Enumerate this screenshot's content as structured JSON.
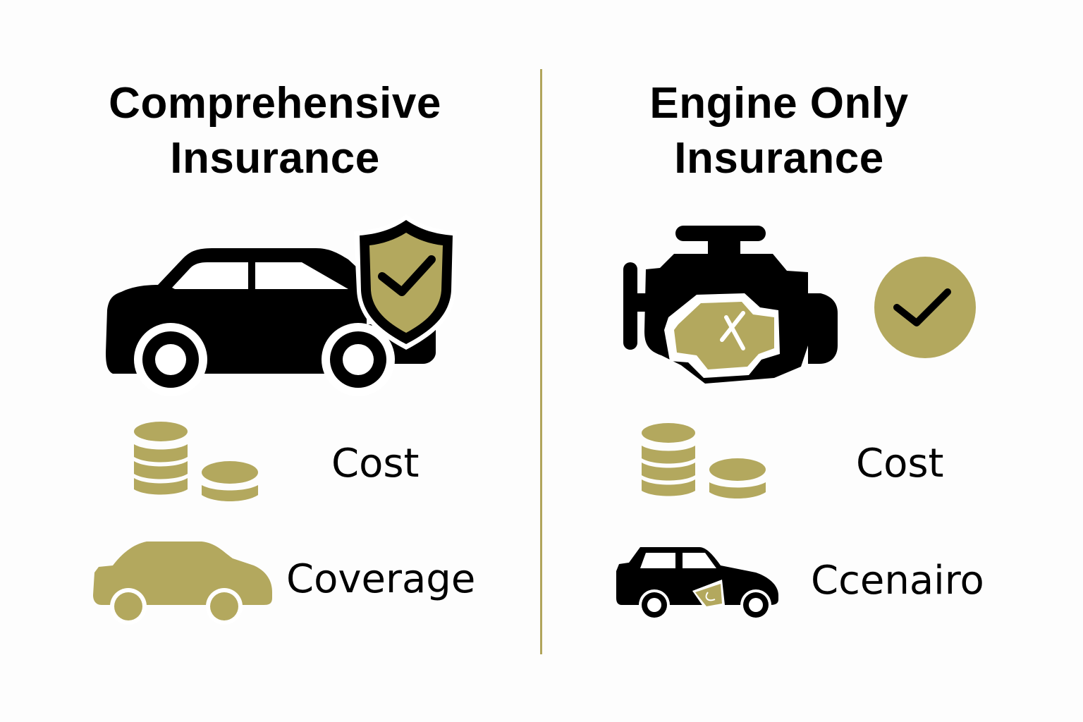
{
  "colors": {
    "accent": "#b3a85e",
    "ink": "#000000",
    "background": "#fdfdfd"
  },
  "left": {
    "title_line1": "Comprehensive",
    "title_line2": "Insurance",
    "hero_icons": [
      "car-icon",
      "shield-check-icon"
    ],
    "rows": [
      {
        "icon": "coins-icon",
        "label": "Cost"
      },
      {
        "icon": "car-silhouette-icon",
        "label": "Coverage"
      }
    ]
  },
  "right": {
    "title_line1": "Engine Only",
    "title_line2": "Insurance",
    "hero_icons": [
      "engine-icon",
      "check-circle-icon"
    ],
    "rows": [
      {
        "icon": "coins-icon",
        "label": "Cost"
      },
      {
        "icon": "car-engine-icon",
        "label": "Ccenairo"
      }
    ]
  }
}
